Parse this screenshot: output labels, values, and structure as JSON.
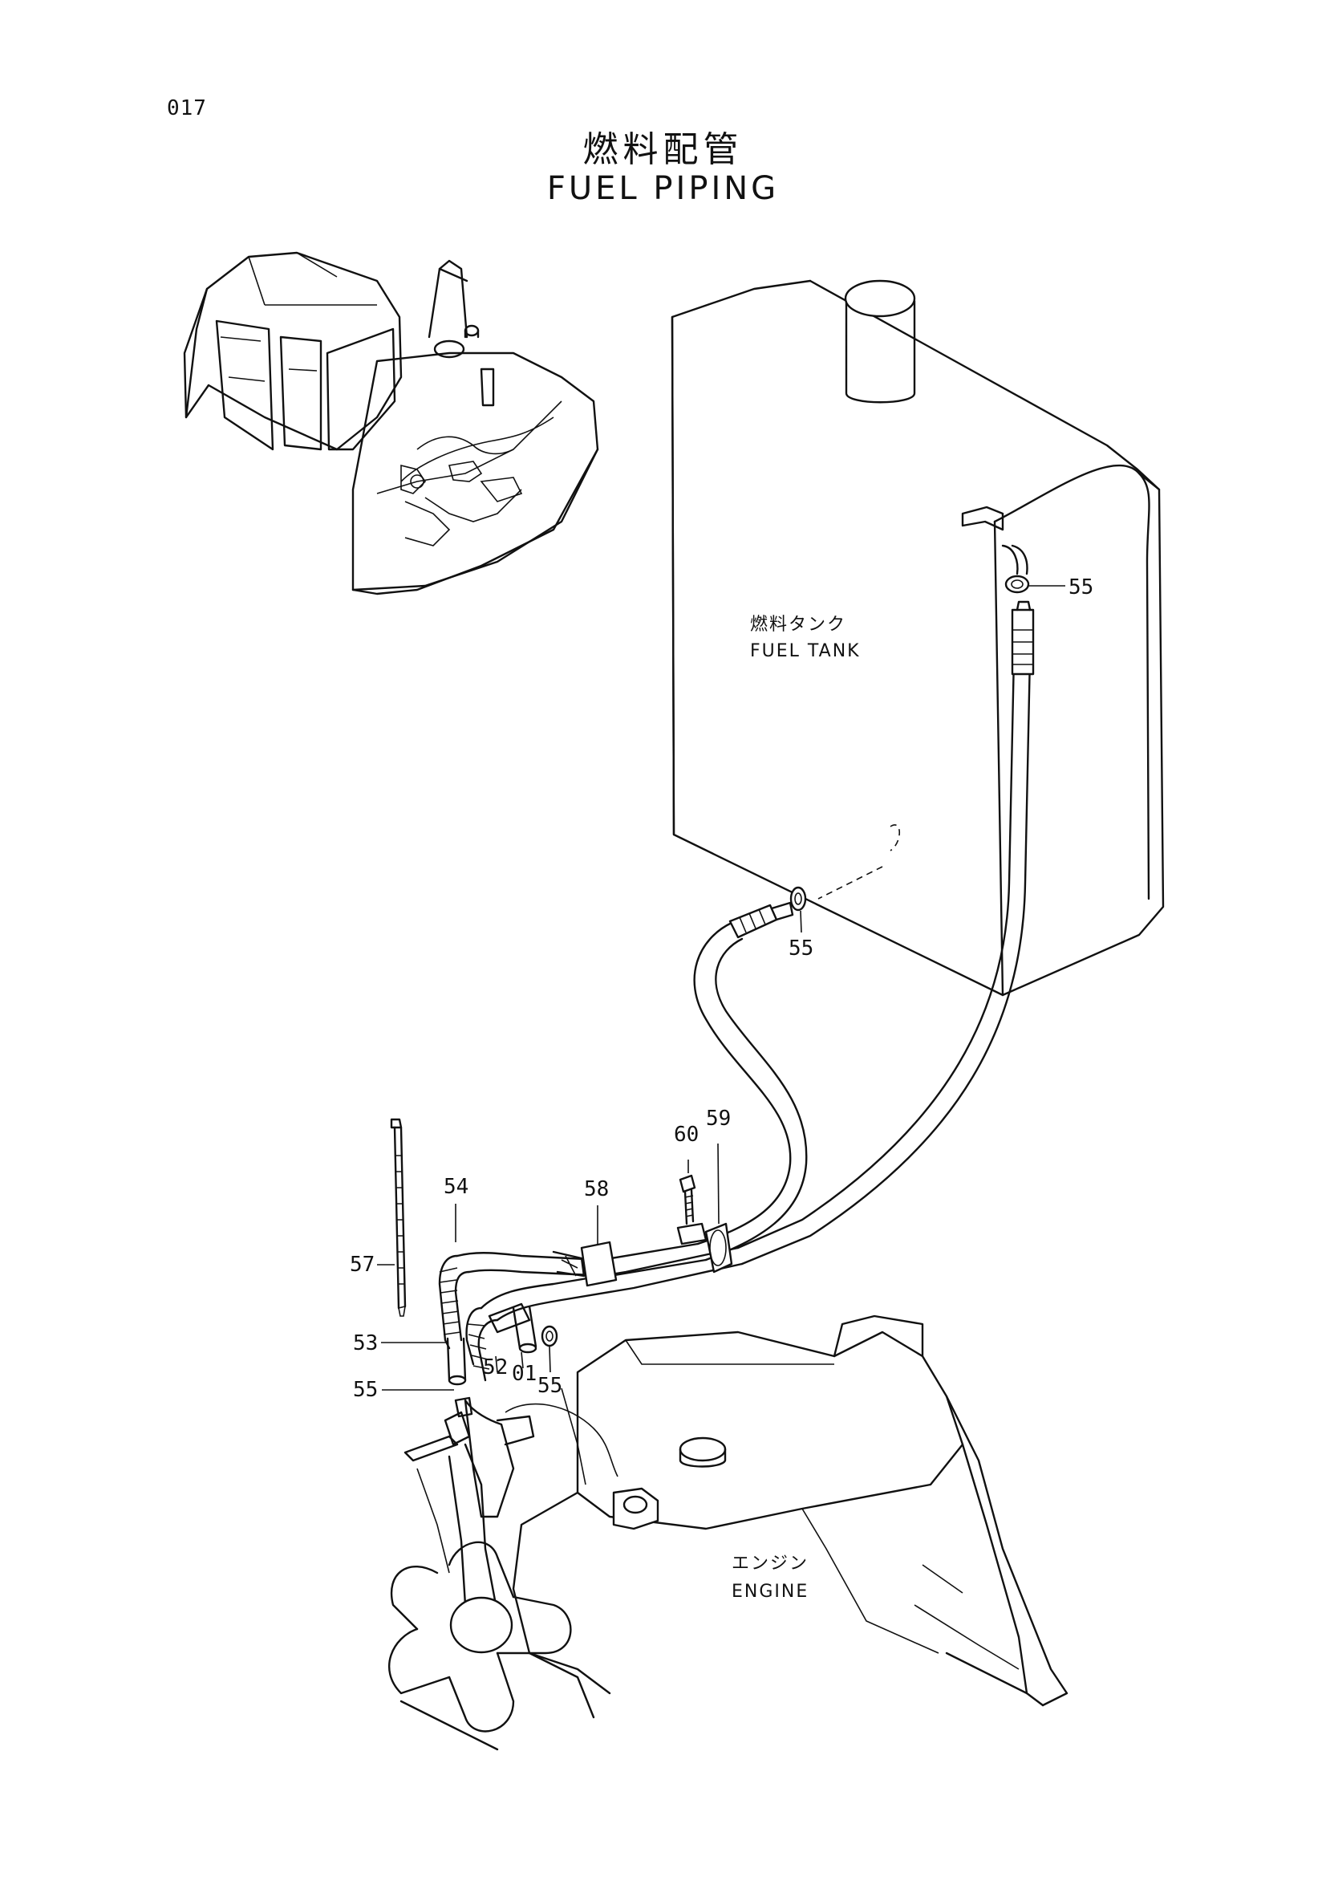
{
  "page_number": "017",
  "title_ja": "燃料配管",
  "title_en": "FUEL PIPING",
  "labels": {
    "fuel_tank_ja": "燃料タンク",
    "fuel_tank_en": "FUEL TANK",
    "engine_ja": "エンジン",
    "engine_en": "ENGINE"
  },
  "callouts": {
    "c55_tank_top": "55",
    "c55_tank_bottom": "55",
    "c60": "60",
    "c59": "59",
    "c54": "54",
    "c58": "58",
    "c57": "57",
    "c53": "53",
    "c52": "52",
    "c01": "01",
    "c55_pump": "55",
    "c55_filter": "55"
  }
}
